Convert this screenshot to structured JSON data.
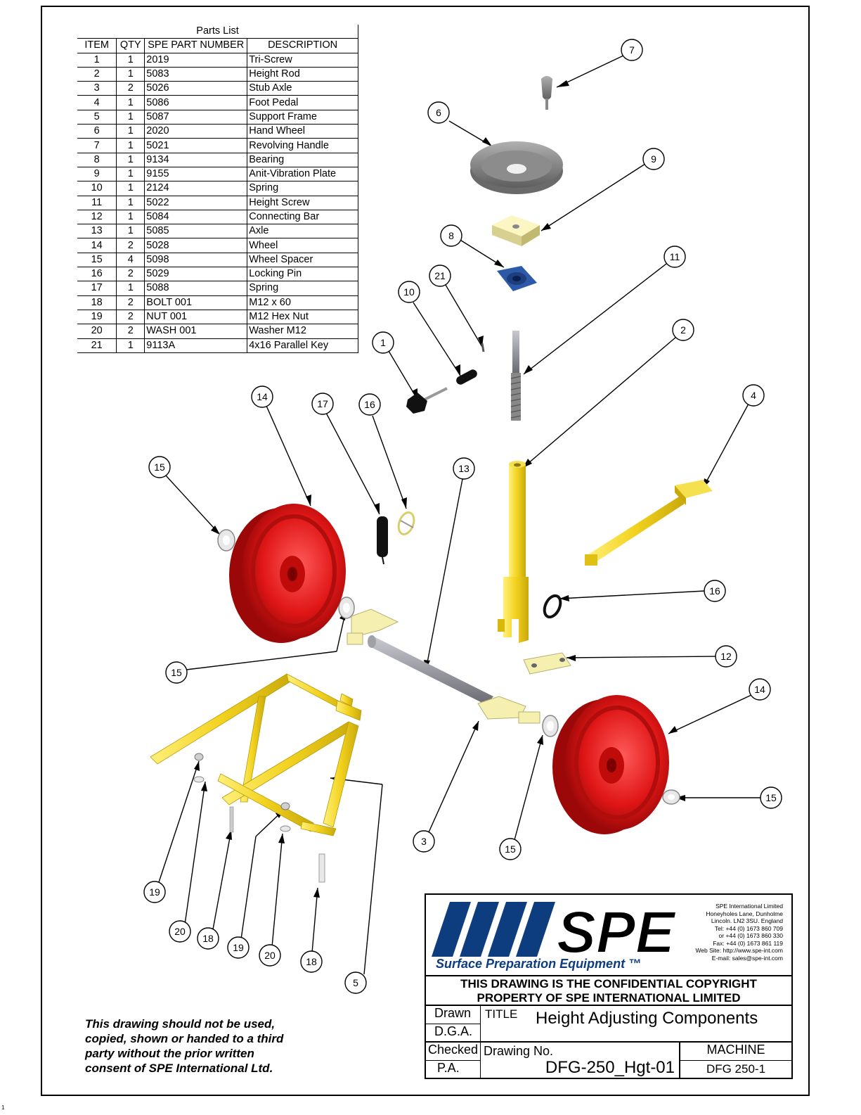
{
  "parts_list": {
    "title": "Parts List",
    "headers": [
      "ITEM",
      "QTY",
      "SPE PART NUMBER",
      "DESCRIPTION"
    ],
    "rows": [
      [
        "1",
        "1",
        "2019",
        "Tri-Screw"
      ],
      [
        "2",
        "1",
        "5083",
        "Height Rod"
      ],
      [
        "3",
        "2",
        "5026",
        "Stub Axle"
      ],
      [
        "4",
        "1",
        "5086",
        "Foot Pedal"
      ],
      [
        "5",
        "1",
        "5087",
        "Support Frame"
      ],
      [
        "6",
        "1",
        "2020",
        "Hand Wheel"
      ],
      [
        "7",
        "1",
        "5021",
        "Revolving Handle"
      ],
      [
        "8",
        "1",
        "9134",
        "Bearing"
      ],
      [
        "9",
        "1",
        "9155",
        "Anit-Vibration Plate"
      ],
      [
        "10",
        "1",
        "2124",
        "Spring"
      ],
      [
        "11",
        "1",
        "5022",
        "Height Screw"
      ],
      [
        "12",
        "1",
        "5084",
        "Connecting Bar"
      ],
      [
        "13",
        "1",
        "5085",
        "Axle"
      ],
      [
        "14",
        "2",
        "5028",
        "Wheel"
      ],
      [
        "15",
        "4",
        "5098",
        "Wheel Spacer"
      ],
      [
        "16",
        "2",
        "5029",
        "Locking Pin"
      ],
      [
        "17",
        "1",
        "5088",
        "Spring"
      ],
      [
        "18",
        "2",
        "BOLT 001",
        "M12 x 60"
      ],
      [
        "19",
        "2",
        "NUT 001",
        "M12 Hex Nut"
      ],
      [
        "20",
        "2",
        "WASH 001",
        "Washer M12"
      ],
      [
        "21",
        "1",
        "9113A",
        "4x16 Parallel Key"
      ]
    ]
  },
  "balloons": [
    "7",
    "6",
    "9",
    "8",
    "21",
    "11",
    "10",
    "2",
    "1",
    "4",
    "14",
    "17",
    "16",
    "15",
    "13",
    "16",
    "15",
    "12",
    "14",
    "15",
    "3",
    "15",
    "19",
    "20",
    "18",
    "19",
    "20",
    "18",
    "5"
  ],
  "title_block": {
    "company_lines": [
      "SPE International Limited",
      "Honeyholes Lane, Dunholme",
      "Lincoln. LN2 3SU. England",
      "Tel: +44 (0) 1673 860 709",
      "or +44 (0) 1673 860 330",
      "Fax: +44 (0) 1673 861 119",
      "Web Site: http://www.spe-int.com",
      "E-mail: sales@spe-int.com"
    ],
    "logo_text": "SPE",
    "tagline": "Surface Preparation Equipment ™",
    "confidential_line1": "THIS DRAWING IS THE CONFIDENTIAL COPYRIGHT",
    "confidential_line2": "PROPERTY  OF SPE INTERNATIONAL LIMITED",
    "drawn_label": "Drawn",
    "drawn_value": "D.G.A.",
    "checked_label": "Checked",
    "checked_value": "P.A.",
    "title_label": "TITLE",
    "title_value": "Height Adjusting Components",
    "drawing_no_label": "Drawing No.",
    "drawing_no_value": "DFG-250_Hgt-01",
    "machine_label": "MACHINE",
    "machine_value": "DFG 250-1"
  },
  "disclaimer": [
    "This drawing should not be used,",
    "copied, shown or handed to a third",
    "party without the prior written",
    "consent of SPE International Ltd."
  ],
  "corner_mark": "1",
  "colors": {
    "wheel": "#d81414",
    "frame": "#f2d21e",
    "handwheel": "#8a8a8a",
    "bearing": "#2c5aa8",
    "pale": "#f5f0b0",
    "logo_blue": "#0d3d7e"
  }
}
